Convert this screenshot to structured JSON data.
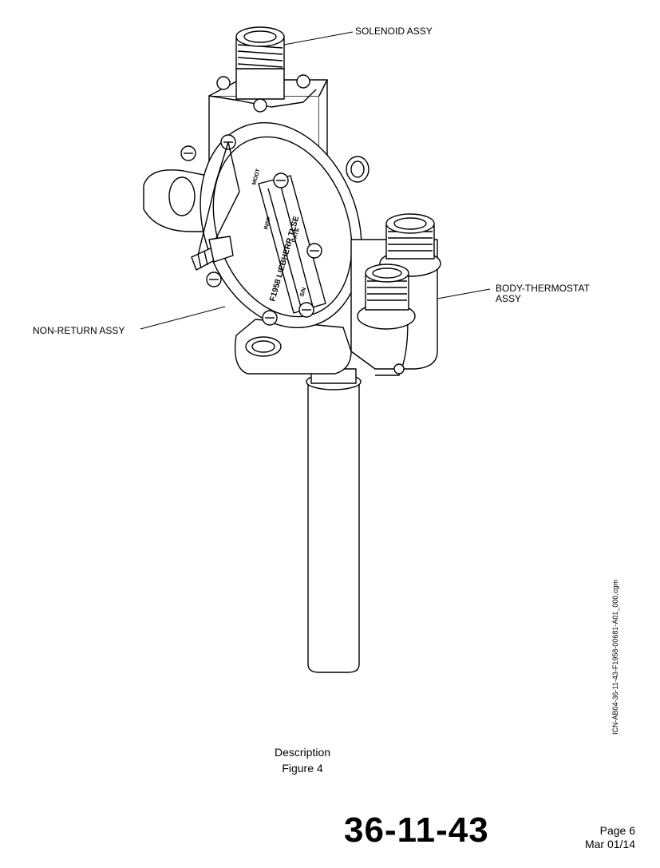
{
  "figure": {
    "callouts": {
      "solenoid": "SOLENOID ASSY",
      "body_thermostat_line1": "BODY-THERMOSTAT",
      "body_thermostat_line2": "ASSY",
      "non_return": "NON-RETURN ASSY"
    },
    "plate": {
      "maker": "F1958 LIEBHERR TLSE",
      "fields": [
        "MODT",
        "INSP",
        "DATE",
        "S/N"
      ]
    },
    "icn": "ICN-AB04-36-11-43-F1958-00681-A01_000.cgm"
  },
  "caption": {
    "line1": "Description",
    "line2": "Figure 4"
  },
  "footer": {
    "doc_number": "36-11-43",
    "page": "Page 6",
    "date": "Mar 01/14"
  }
}
